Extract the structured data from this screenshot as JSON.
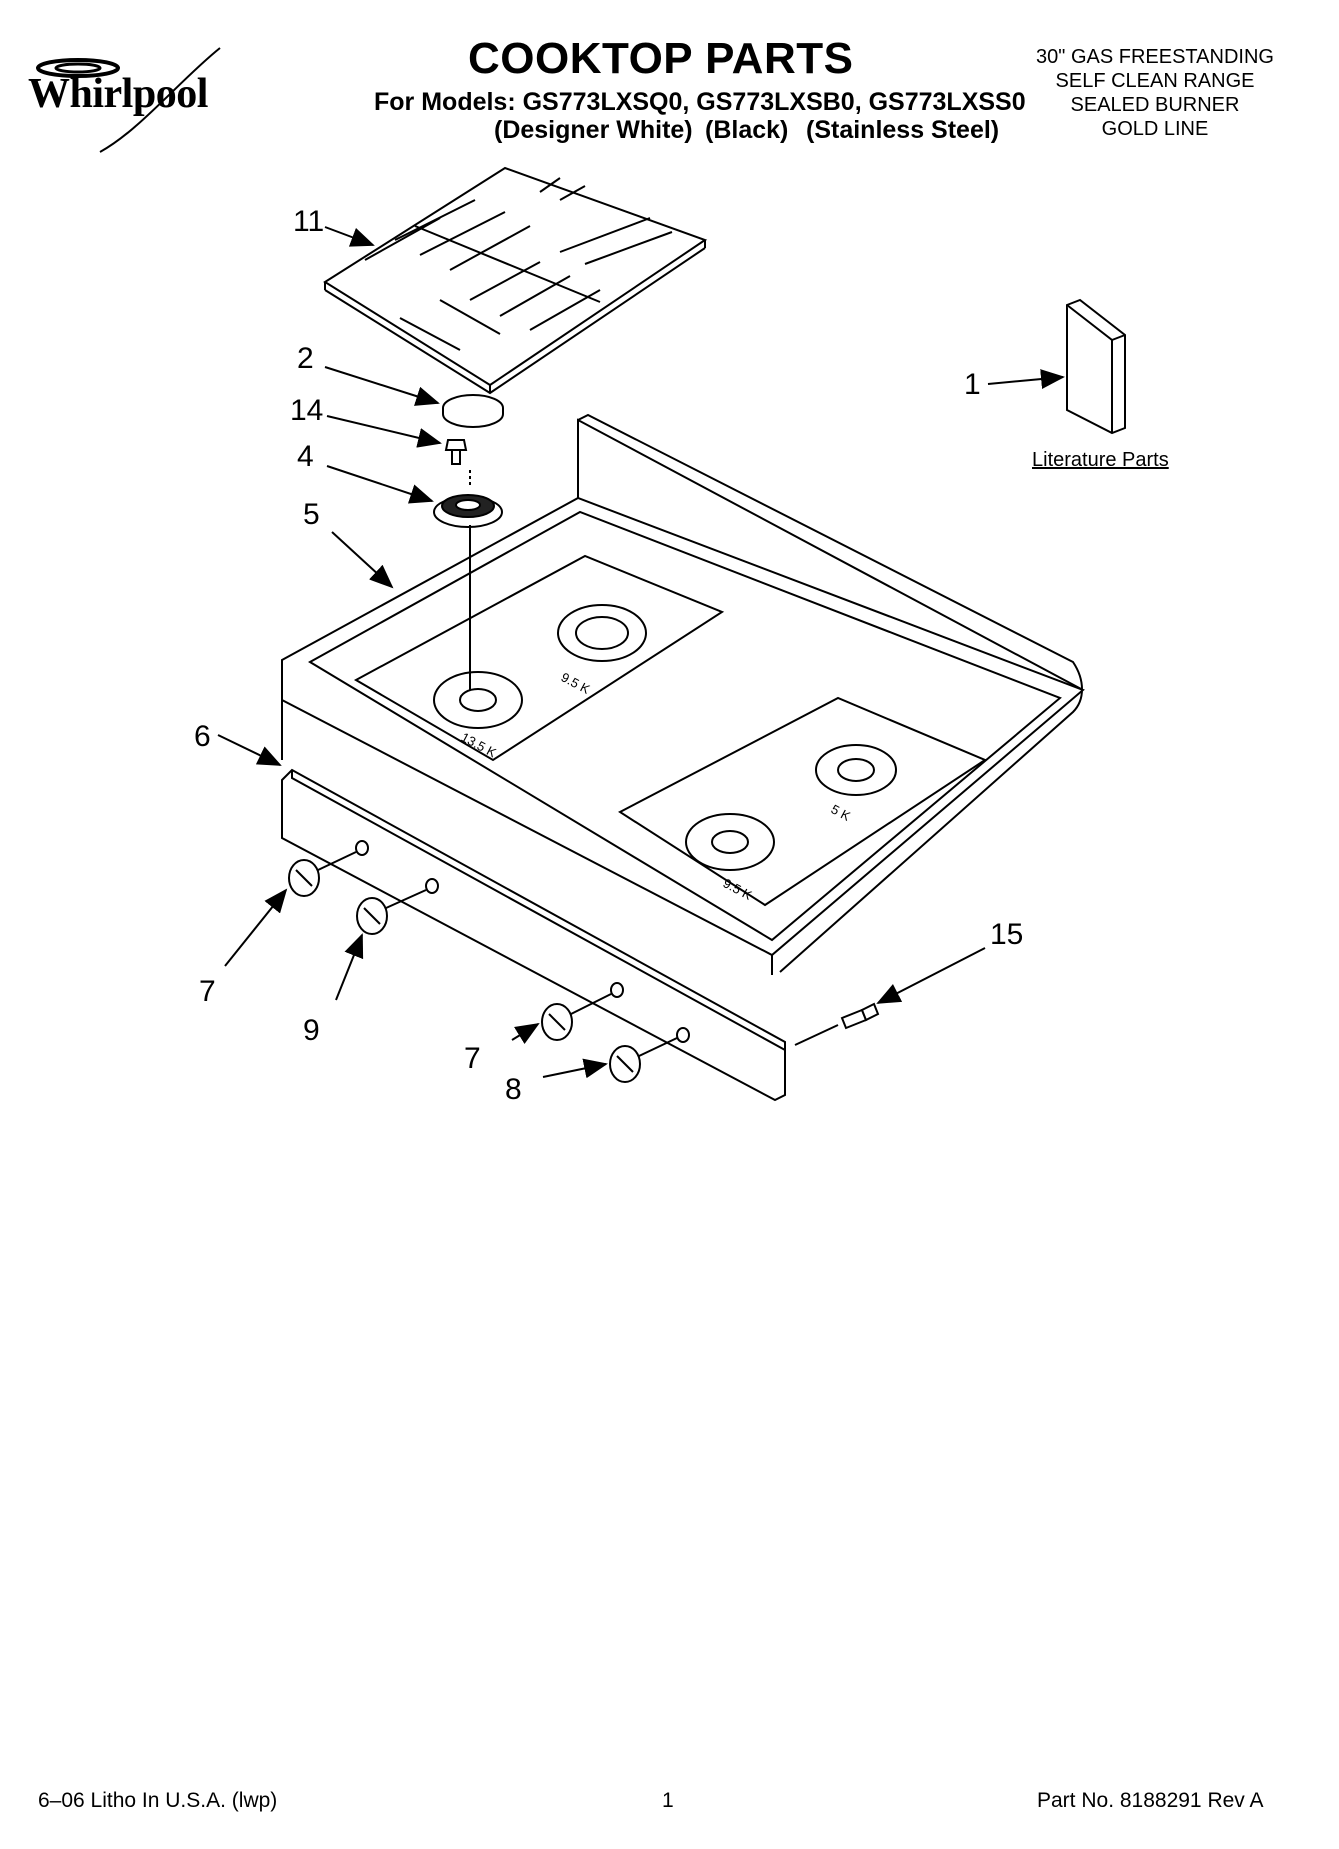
{
  "header": {
    "brand": "Whirlpool",
    "title": "COOKTOP PARTS",
    "models_line": "For Models: GS773LXSQ0, GS773LXSB0, GS773LXSS0",
    "variants": [
      "(Designer White)",
      "(Black)",
      "(Stainless Steel)"
    ],
    "description": [
      "30\" GAS FREESTANDING",
      "SELF CLEAN RANGE",
      "SEALED BURNER",
      "GOLD LINE"
    ]
  },
  "callouts": {
    "c11": "11",
    "c2": "2",
    "c14": "14",
    "c4": "4",
    "c5": "5",
    "c6": "6",
    "c7a": "7",
    "c9": "9",
    "c7b": "7",
    "c8": "8",
    "c15": "15",
    "c1": "1"
  },
  "literature_label": "Literature Parts",
  "burner_ratings": [
    "9.5 K",
    "13.5 K",
    "5 K",
    "9.5 K"
  ],
  "footer": {
    "left": "6–06 Litho In U.S.A. (lwp)",
    "center": "1",
    "right": "Part No. 8188291 Rev A"
  }
}
